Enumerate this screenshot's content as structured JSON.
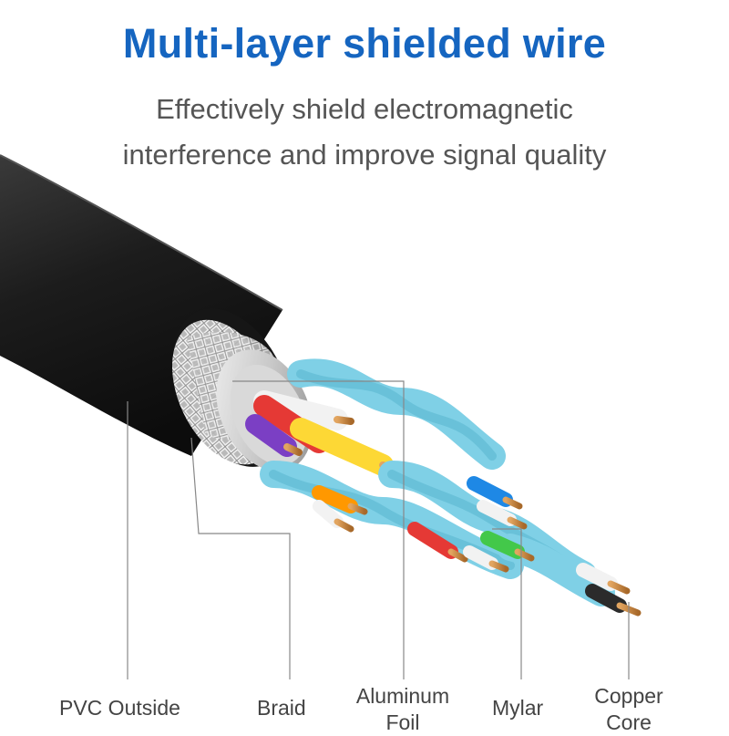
{
  "title": "Multi-layer shielded wire",
  "subtitle_line1": "Effectively shield electromagnetic",
  "subtitle_line2": "interference and improve signal quality",
  "labels": {
    "pvc": "PVC Outside",
    "braid": "Braid",
    "aluminum_1": "Aluminum",
    "aluminum_2": "Foil",
    "mylar": "Mylar",
    "copper_1": "Copper",
    "copper_2": "Core"
  },
  "colors": {
    "title": "#1565c0",
    "subtitle": "#555555",
    "jacket": "#1d1d1d",
    "pair_insulation": "#7fd0e6",
    "copper": "#c98a3c"
  }
}
